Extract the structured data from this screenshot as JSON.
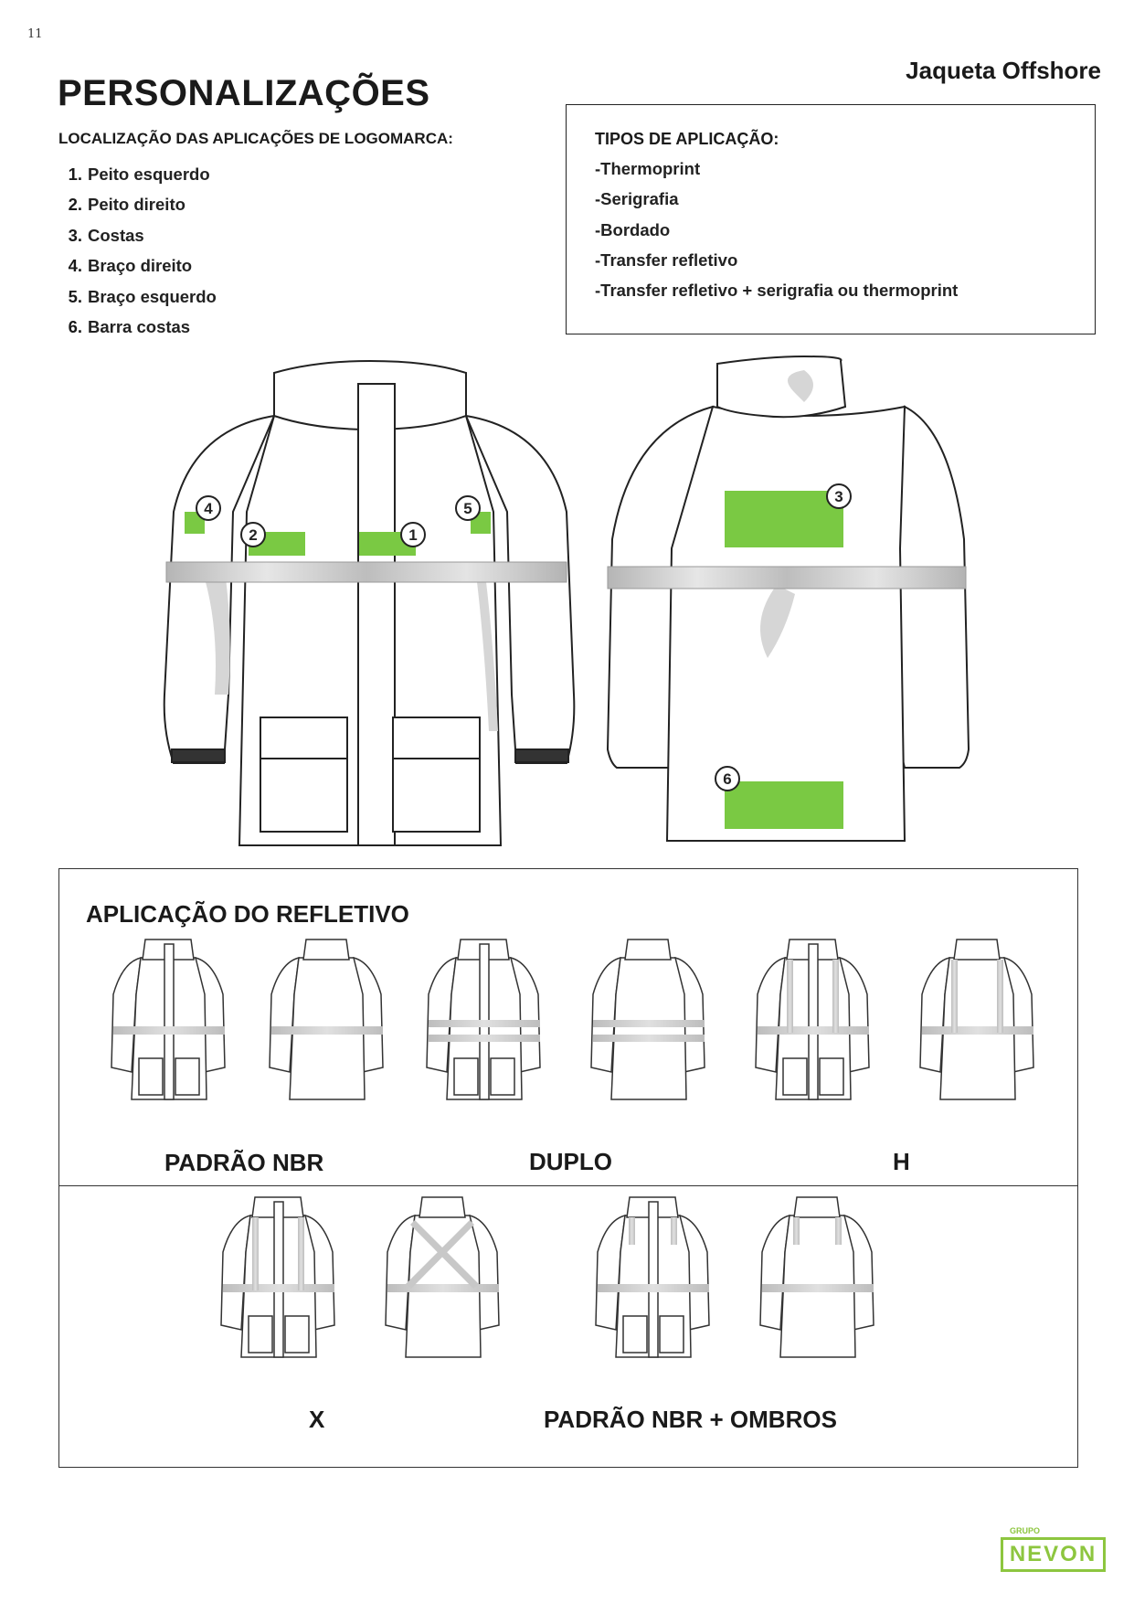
{
  "page_number": "11",
  "product_name": "Jaqueta Offshore",
  "page_title": "PERSONALIZAÇÕES",
  "locations": {
    "heading": "LOCALIZAÇÃO DAS APLICAÇÕES DE LOGOMARCA:",
    "items": [
      {
        "num": "1.",
        "label": "Peito esquerdo"
      },
      {
        "num": "2.",
        "label": "Peito direito"
      },
      {
        "num": "3.",
        "label": "Costas"
      },
      {
        "num": "4.",
        "label": "Braço direito"
      },
      {
        "num": "5.",
        "label": "Braço esquerdo"
      },
      {
        "num": "6.",
        "label": "Barra costas"
      }
    ]
  },
  "application_types": {
    "heading": "TIPOS DE APLICAÇÃO:",
    "items": [
      "-Thermoprint",
      "-Serigrafia",
      "-Bordado",
      "-Transfer refletivo",
      "-Transfer refletivo + serigrafia ou thermoprint"
    ]
  },
  "markers": {
    "m1": "1",
    "m2": "2",
    "m3": "3",
    "m4": "4",
    "m5": "5",
    "m6": "6"
  },
  "reflective": {
    "heading": "APLICAÇÃO DO REFLETIVO",
    "styles": {
      "nbr": "PADRÃO NBR",
      "duplo": "DUPLO",
      "h": "H",
      "x": "X",
      "nbr_ombros": "PADRÃO NBR + OMBROS"
    }
  },
  "brand": {
    "group": "GRUPO",
    "name": "NEVON"
  },
  "colors": {
    "accent_green": "#7ac943",
    "reflective_gray": "#c8c8c8",
    "logo_green": "#8dc63f"
  }
}
